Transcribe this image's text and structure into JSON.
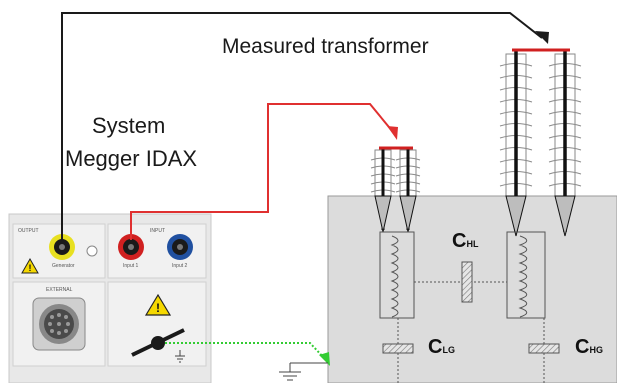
{
  "labels": {
    "measured_transformer": "Measured transformer",
    "system": "System",
    "megger_idax": "Megger IDAX"
  },
  "capacitances": {
    "hl": {
      "main": "C",
      "sub": "HL"
    },
    "lg": {
      "main": "C",
      "sub": "LG"
    },
    "hg": {
      "main": "C",
      "sub": "HG"
    }
  },
  "instrument_panel": {
    "output_label": "OUTPUT",
    "generator_label": "Generator",
    "input_label": "INPUT",
    "input1_label": "Input 1",
    "input2_label": "Input 2",
    "external_label": "EXTERNAL"
  },
  "colors": {
    "generator_wire": "#1a1a1a",
    "input_wire": "#e03030",
    "ground_wire": "#33cc33",
    "panel_bg": "#e8e8e8",
    "tank_bg": "#dcdcdc",
    "connector_yellow": "#e8e020",
    "connector_red": "#d02020",
    "connector_blue": "#2050a0",
    "warning_yellow": "#f5d800"
  }
}
